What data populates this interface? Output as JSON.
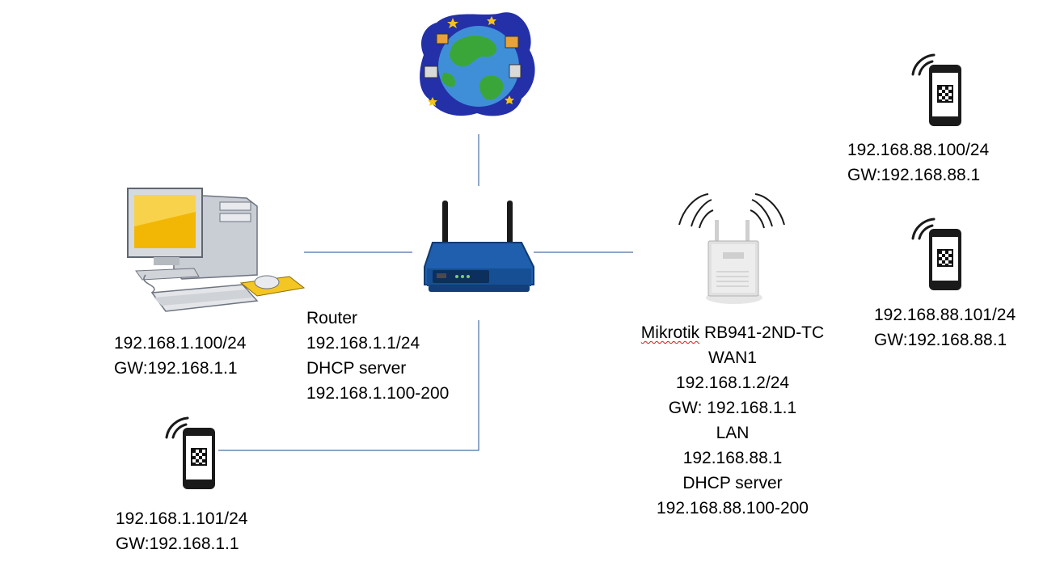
{
  "colors": {
    "link": "#4a6fa5",
    "router_body": "#1f5fae",
    "globe_bg": "#2430a8",
    "monitor_screen": "#f2b705",
    "mousepad": "#f3c623",
    "phone_body": "#1a1a1a"
  },
  "icons": {
    "internet": "internet-globe-icon",
    "router": "wireless-router-icon",
    "pc": "desktop-computer-icon",
    "access_point": "mikrotik-access-point-icon",
    "phone": "smartphone-wifi-icon"
  },
  "pc": {
    "lines": [
      "192.168.1.100/24",
      "GW:192.168.1.1"
    ]
  },
  "router": {
    "lines": [
      "Router",
      "192.168.1.1/24",
      "DHCP server",
      "192.168.1.100-200"
    ]
  },
  "phone_lan": {
    "lines": [
      "192.168.1.101/24",
      "GW:192.168.1.1"
    ]
  },
  "mikrotik": {
    "brand": "Mikrotik",
    "model": " RB941-2ND-TC",
    "lines": [
      "WAN1",
      "192.168.1.2/24",
      "GW: 192.168.1.1",
      "LAN",
      "192.168.88.1",
      "DHCP server",
      "192.168.88.100-200"
    ]
  },
  "phone_wlan_1": {
    "lines": [
      "192.168.88.100/24",
      "GW:192.168.88.1"
    ]
  },
  "phone_wlan_2": {
    "lines": [
      "192.168.88.101/24",
      "GW:192.168.88.1"
    ]
  }
}
